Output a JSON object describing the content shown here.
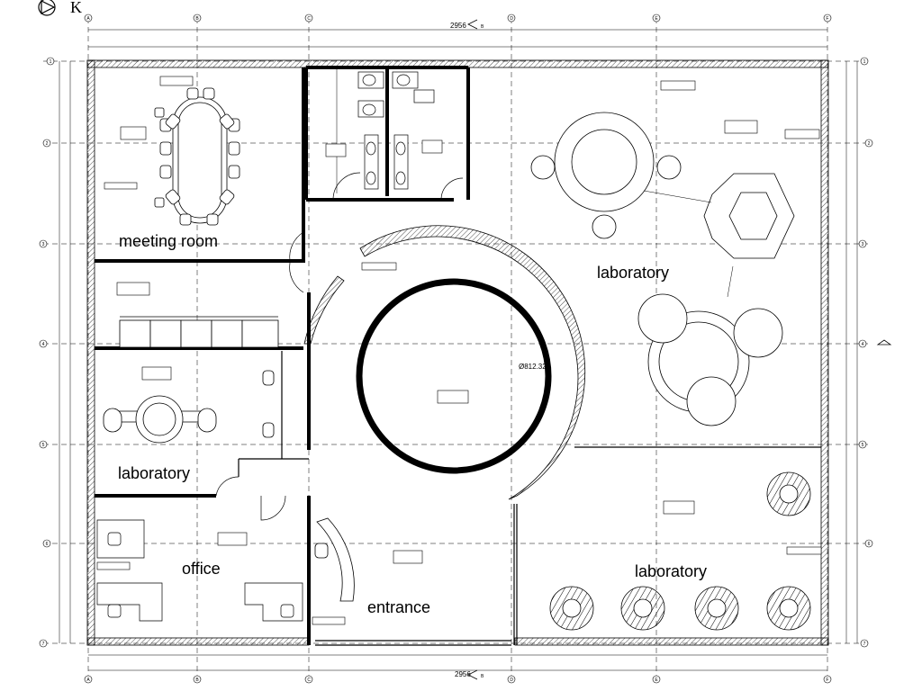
{
  "rooms": {
    "meeting_room": "meeting room",
    "laboratory_left": "laboratory",
    "office": "office",
    "entrance": "entrance",
    "laboratory_top_right": "laboratory",
    "laboratory_bottom_right": "laboratory"
  },
  "dimensions": {
    "overall_top": "2956",
    "overall_bottom": "2956",
    "circle_diameter": "Ø812.32"
  },
  "compass": {
    "letter": "K",
    "section_mark": "B"
  },
  "grid_axes": {
    "columns": [
      "A",
      "B",
      "C",
      "D",
      "E",
      "F"
    ],
    "rows": [
      "1",
      "2",
      "3",
      "4",
      "5",
      "6",
      "7"
    ]
  }
}
